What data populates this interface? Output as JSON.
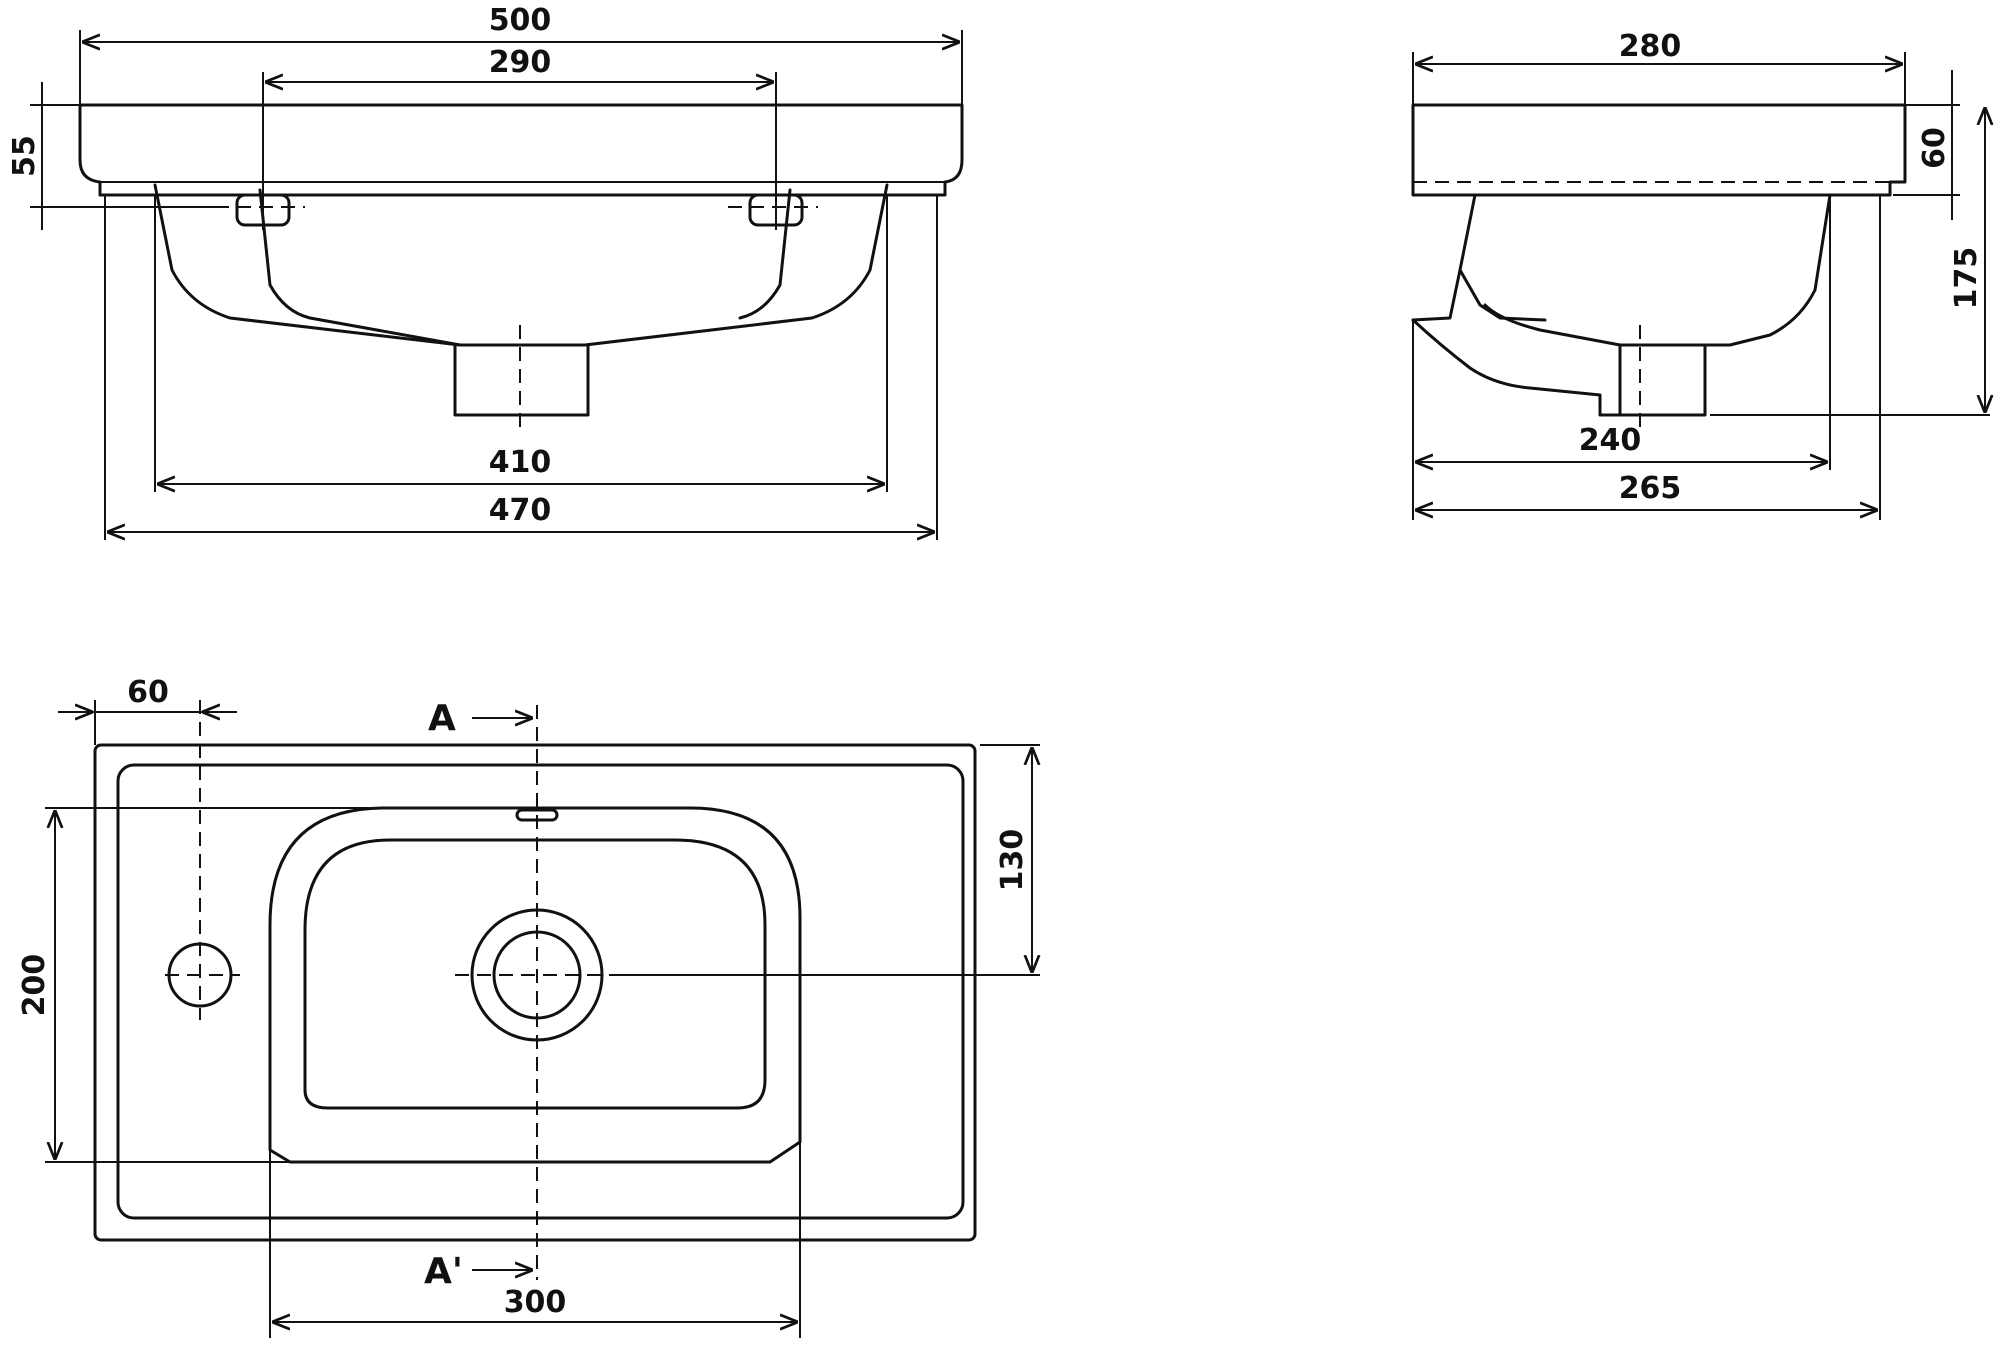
{
  "front_view": {
    "dims": {
      "overall_width": "500",
      "tap_spacing": "290",
      "rim_height": "55",
      "inner_width": "410",
      "base_width": "470"
    }
  },
  "side_view": {
    "dims": {
      "overall_depth": "280",
      "rim_height": "60",
      "total_height": "175",
      "inner_depth": "240",
      "base_depth": "265"
    }
  },
  "plan_view": {
    "dims": {
      "tap_offset": "60",
      "bowl_depth": "200",
      "drain_offset": "130",
      "bowl_width": "300"
    },
    "section_marks": {
      "top": "A",
      "bottom": "A'"
    }
  }
}
